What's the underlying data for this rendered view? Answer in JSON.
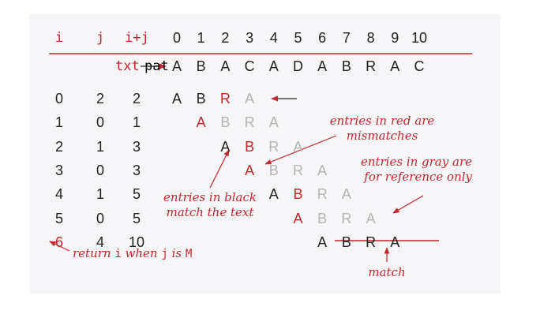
{
  "header": {
    "i": "i",
    "j": "j",
    "ij": "i+j",
    "indices": [
      "0",
      "1",
      "2",
      "3",
      "4",
      "5",
      "6",
      "7",
      "8",
      "9",
      "10"
    ]
  },
  "txt": {
    "label": "txt",
    "chars": [
      "A",
      "B",
      "A",
      "C",
      "A",
      "D",
      "A",
      "B",
      "R",
      "A",
      "C"
    ]
  },
  "rows": [
    {
      "i": "0",
      "j": "2",
      "ij": "2",
      "cells": [
        [
          "A",
          "black"
        ],
        [
          "B",
          "black"
        ],
        [
          "R",
          "red"
        ],
        [
          "A",
          "gray"
        ]
      ]
    },
    {
      "i": "1",
      "j": "0",
      "ij": "1",
      "cells": [
        [
          "A",
          "red"
        ],
        [
          "B",
          "gray"
        ],
        [
          "R",
          "gray"
        ],
        [
          "A",
          "gray"
        ]
      ]
    },
    {
      "i": "2",
      "j": "1",
      "ij": "3",
      "cells": [
        [
          "A",
          "black"
        ],
        [
          "B",
          "red"
        ],
        [
          "R",
          "gray"
        ],
        [
          "A",
          "gray"
        ]
      ]
    },
    {
      "i": "3",
      "j": "0",
      "ij": "3",
      "cells": [
        [
          "A",
          "red"
        ],
        [
          "B",
          "gray"
        ],
        [
          "R",
          "gray"
        ],
        [
          "A",
          "gray"
        ]
      ]
    },
    {
      "i": "4",
      "j": "1",
      "ij": "5",
      "cells": [
        [
          "A",
          "black"
        ],
        [
          "B",
          "red"
        ],
        [
          "R",
          "gray"
        ],
        [
          "A",
          "gray"
        ]
      ]
    },
    {
      "i": "5",
      "j": "0",
      "ij": "5",
      "cells": [
        [
          "A",
          "red"
        ],
        [
          "B",
          "gray"
        ],
        [
          "R",
          "gray"
        ],
        [
          "A",
          "gray"
        ]
      ]
    },
    {
      "i": "6",
      "j": "4",
      "ij": "10",
      "cells": [
        [
          "A",
          "black"
        ],
        [
          "B",
          "black"
        ],
        [
          "R",
          "black"
        ],
        [
          "A",
          "black"
        ]
      ]
    }
  ],
  "annotations": {
    "pat": "pat",
    "red1": "entries in red are",
    "red2": "mismatches",
    "gray1": "entries in gray are",
    "gray2": "for reference only",
    "black1": "entries in black",
    "black2": "match the text",
    "ret_a": "return ",
    "ret_i": "i",
    "ret_b": " when ",
    "ret_j": "j",
    "ret_c": " is ",
    "ret_m": "M",
    "match": "match"
  },
  "colors": {
    "red": "#c1272d",
    "gray": "#b4b4b4",
    "black": "#222222",
    "panel": "#f6f6f8"
  }
}
